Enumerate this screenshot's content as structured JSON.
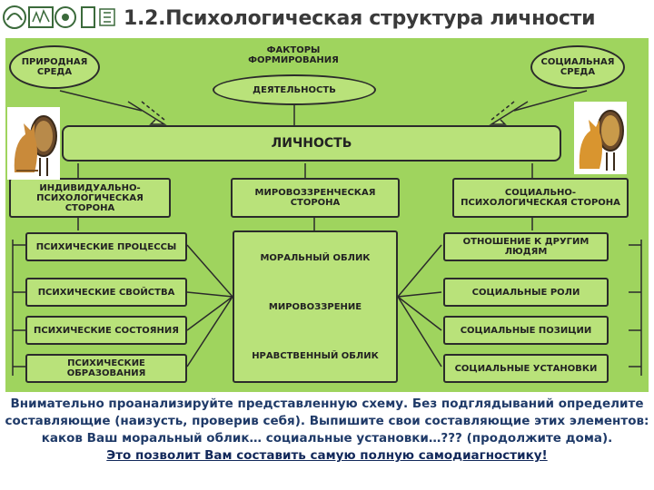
{
  "title": "1.2.Психологическая структура личности",
  "diagram": {
    "natural_env": "Природная среда",
    "factors": "Факторы формирования",
    "activity": "Деятельность",
    "social_env": "Социальная среда",
    "personality": "Личность",
    "side_left": "Индивидуально-психологическая сторона",
    "side_center": "Мировоззренческая сторона",
    "side_right": "Социально-психологическая сторона",
    "left_items": [
      "Психические процессы",
      "Психические свойства",
      "Психические состояния",
      "Психические образования"
    ],
    "center_items": [
      "Моральный облик",
      "Мировоззрение",
      "Нравственный облик"
    ],
    "right_items": [
      "Отношение к другим людям",
      "Социальные роли",
      "Социальные позиции",
      "Социальные установки"
    ]
  },
  "caption": {
    "line1": "Внимательно проанализируйте представленную схему. Без подглядываний определите",
    "line2": "составляющие (наизусть, проверив себя). Выпишите свои составляющие этих элементов:",
    "line3": "каков Ваш моральный облик… социальные установки…??? (продолжите дома).",
    "line4": "Это позволит Вам составить самую полную самодиагностику!"
  },
  "colors": {
    "panel": "#9fd45e",
    "box": "#b9e27a",
    "caption_text": "#1f3a68"
  }
}
